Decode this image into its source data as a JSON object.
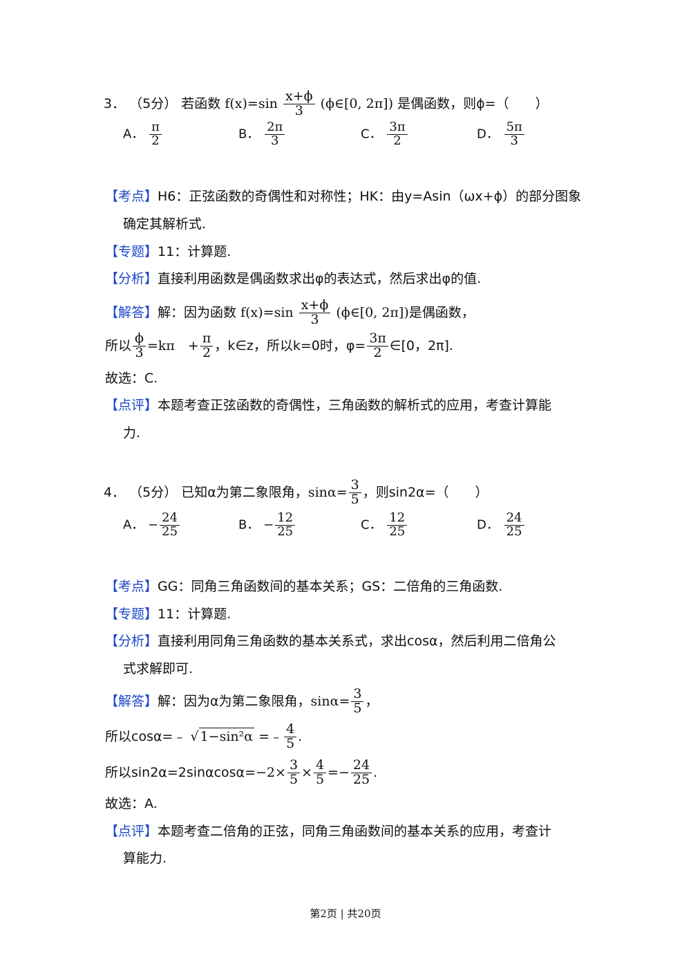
{
  "q3": {
    "num": "3．",
    "score": "（5分）",
    "stem_a": "若函数",
    "f_lhs": "f(x)=sin",
    "f_num": "x+ϕ",
    "f_den": "3",
    "domain": "(ϕ∈[0, 2π])",
    "stem_b": "是偶函数，则ϕ=（　　）",
    "options": [
      {
        "letter": "A．",
        "num": "π",
        "den": "2"
      },
      {
        "letter": "B．",
        "num": "2π",
        "den": "3"
      },
      {
        "letter": "C．",
        "num": "3π",
        "den": "2"
      },
      {
        "letter": "D．",
        "num": "5π",
        "den": "3"
      }
    ],
    "kaodian_tag": "【考点】",
    "kaodian_text": "H6：正弦函数的奇偶性和对称性；HK：由y=Asin（ωx+ϕ）的部分图象",
    "kaodian_text2": "确定其解析式.",
    "zhuanti_tag": "【专题】",
    "zhuanti_text": "11：计算题.",
    "fenxi_tag": "【分析】",
    "fenxi_text": "直接利用函数是偶函数求出φ的表达式，然后求出φ的值.",
    "jieda_tag": "【解答】",
    "jieda_a": "解：因为函数",
    "jieda_b": "是偶函数，",
    "line2_a": "所以",
    "l2_num": "ϕ",
    "l2_den": "3",
    "l2_b": "=kπ　+",
    "l2_num2": "π",
    "l2_den2": "2",
    "l2_c": "，k∈z，所以k=0时，φ=",
    "l2_num3": "3π",
    "l2_den3": "2",
    "l2_d": "∈[0，2π].",
    "guxuan": "故选：C.",
    "dianping_tag": "【点评】",
    "dianping_text": "本题考查正弦函数的奇偶性，三角函数的解析式的应用，考查计算能",
    "dianping_text2": "力."
  },
  "q4": {
    "num": "4．",
    "score": "（5分）",
    "stem_a": "已知α为第二象限角，",
    "sin_lhs": "sinα=",
    "sin_num": "3",
    "sin_den": "5",
    "stem_b": "，则sin2α=（　　）",
    "options": [
      {
        "letter": "A．",
        "sign": "−",
        "num": "24",
        "den": "25"
      },
      {
        "letter": "B．",
        "sign": "−",
        "num": "12",
        "den": "25"
      },
      {
        "letter": "C．",
        "sign": "",
        "num": "12",
        "den": "25"
      },
      {
        "letter": "D．",
        "sign": "",
        "num": "24",
        "den": "25"
      }
    ],
    "kaodian_tag": "【考点】",
    "kaodian_text": "GG：同角三角函数间的基本关系；GS：二倍角的三角函数.",
    "zhuanti_tag": "【专题】",
    "zhuanti_text": "11：计算题.",
    "fenxi_tag": "【分析】",
    "fenxi_text": "直接利用同角三角函数的基本关系式，求出cosα，然后利用二倍角公",
    "fenxi_text2": "式求解即可.",
    "jieda_tag": "【解答】",
    "jieda_a": "解：因为α为第二象限角，",
    "jieda_b": "，",
    "cos_a": "所以cosα=﹣",
    "cos_rad": "1−sin²α",
    "cos_b": "=﹣",
    "cos_num": "4",
    "cos_den": "5",
    "cos_c": ".",
    "s2_a": "所以sin2α=2sinαcosα=",
    "s2_b": "−2×",
    "s2_num1": "3",
    "s2_den1": "5",
    "s2_x": "×",
    "s2_num2": "4",
    "s2_den2": "5",
    "s2_eq": "=−",
    "s2_num3": "24",
    "s2_den3": "25",
    "s2_c": ".",
    "guxuan": "故选：A.",
    "dianping_tag": "【点评】",
    "dianping_text": "本题考查二倍角的正弦，同角三角函数间的基本关系的应用，考查计",
    "dianping_text2": "算能力."
  },
  "footer": "第2页 | 共20页"
}
